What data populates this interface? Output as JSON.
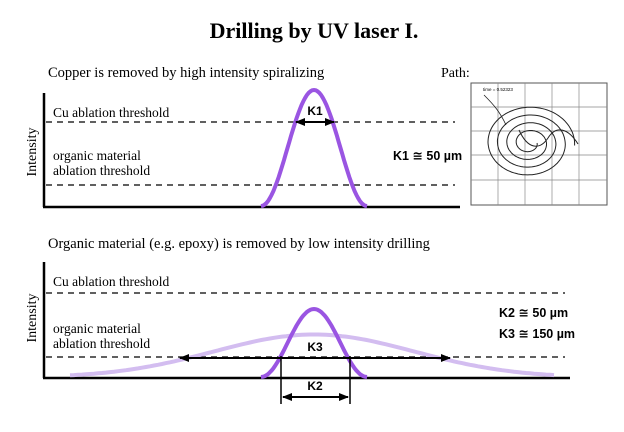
{
  "title": "Drilling by UV laser I.",
  "colors": {
    "narrow_beam": "#9a55e2",
    "wide_beam": "#d3bdf0",
    "axis": "#000000",
    "dash": "#000000"
  },
  "top_panel": {
    "heading": "Copper is removed by high intensity spiralizing",
    "path_label": "Path:",
    "y_axis_label": "Intensity",
    "cu_threshold_label": "Cu ablation threshold",
    "organic_threshold_line1": "organic material",
    "organic_threshold_line2": "ablation threshold",
    "width_marker": "K1",
    "width_value": "K1 ≅ 50 µm",
    "path_plot_caption": "time = 0.52323"
  },
  "bottom_panel": {
    "heading": "Organic material (e.g. epoxy) is removed by low intensity drilling",
    "y_axis_label": "Intensity",
    "cu_threshold_label": "Cu ablation threshold",
    "organic_threshold_line1": "organic material",
    "organic_threshold_line2": "ablation threshold",
    "wide_width_marker": "K3",
    "narrow_width_marker": "K2",
    "k2_value": "K2 ≅ 50 µm",
    "k3_value": "K3 ≅ 150 µm"
  }
}
